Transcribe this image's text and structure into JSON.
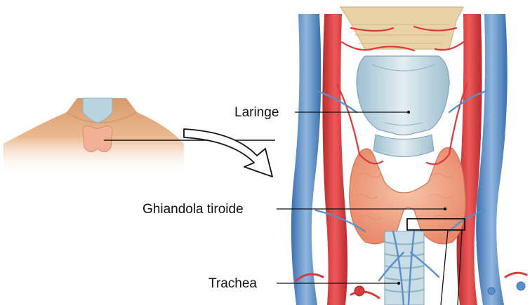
{
  "labels": {
    "larynx": "Laringe",
    "thyroid": "Ghiandola tiroide",
    "trachea": "Trachea"
  },
  "colors": {
    "skin": "#e9b48a",
    "skin_shadow": "#c98a5c",
    "cartilage": "#c9dde6",
    "cartilage_dark": "#8fb2c4",
    "thyroid_tissue": "#f2a98a",
    "artery": "#d9393c",
    "vein": "#5a8fc8",
    "muscle_beige": "#e8d2a6",
    "leader_line": "#111111"
  },
  "icons": {
    "arrow": "curved-pointer-arrow",
    "detail_box": "zoom-detail-rectangle"
  }
}
